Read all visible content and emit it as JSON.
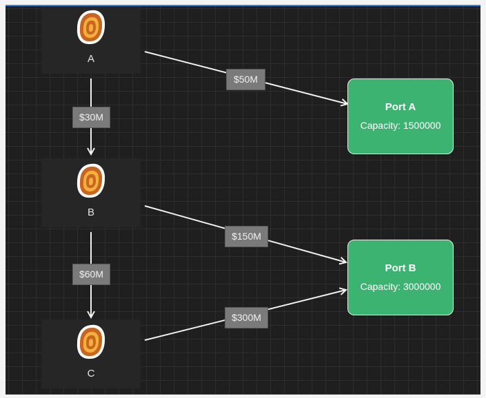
{
  "sources": [
    {
      "id": "A",
      "label": "A",
      "icon": "tree-rings-icon"
    },
    {
      "id": "B",
      "label": "B",
      "icon": "tree-rings-icon"
    },
    {
      "id": "C",
      "label": "C",
      "icon": "tree-rings-icon"
    }
  ],
  "ports": [
    {
      "id": "port-a",
      "title": "Port A",
      "capacity_label": "Capacity:",
      "capacity_value": "1500000"
    },
    {
      "id": "port-b",
      "title": "Port B",
      "capacity_label": "Capacity:",
      "capacity_value": "3000000"
    }
  ],
  "edges": [
    {
      "from": "A",
      "to": "Port A",
      "label": "$50M"
    },
    {
      "from": "A",
      "to": "B",
      "label": "$30M"
    },
    {
      "from": "B",
      "to": "Port B",
      "label": "$150M"
    },
    {
      "from": "B",
      "to": "C",
      "label": "$60M"
    },
    {
      "from": "C",
      "to": "Port B",
      "label": "$300M"
    }
  ],
  "colors": {
    "canvas": "#1f1f1f",
    "grid": "#2e2e2e",
    "source_tile": "#262626",
    "port_fill": "#3cb371",
    "edge": "#f2f2f2",
    "edge_label_bg": "#7a7a7a",
    "icon_outer": "#c9651f",
    "icon_inner": "#f2b13f"
  }
}
